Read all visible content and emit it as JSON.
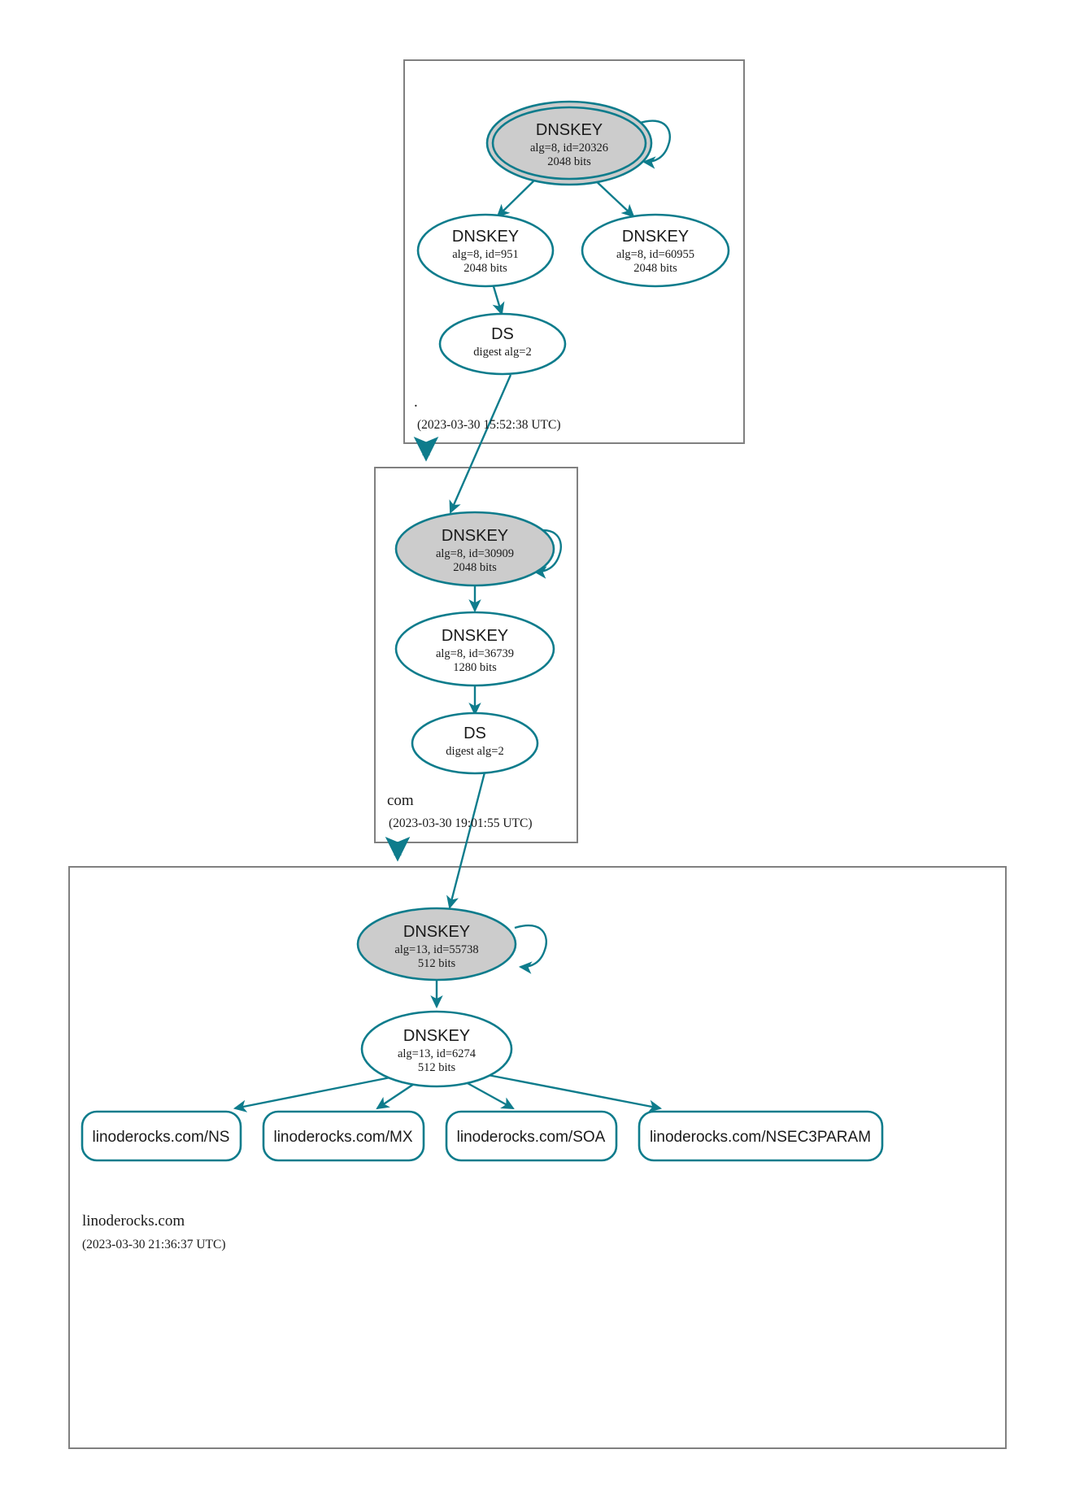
{
  "diagram": {
    "type": "dnssec-authentication-chain",
    "colors": {
      "accent": "#0e7c8c",
      "ksk_fill": "#cccccc",
      "node_fill": "#ffffff",
      "zone_border": "#808080",
      "text": "#1a1a1a",
      "background": "#ffffff"
    }
  },
  "zones": [
    {
      "id": "root",
      "label": ".",
      "timestamp": "(2023-03-30 15:52:38 UTC)",
      "nodes": [
        {
          "id": "root-ksk",
          "kind": "DNSKEY",
          "title": "DNSKEY",
          "line2": "alg=8, id=20326",
          "line3": "2048 bits",
          "ksk": true,
          "double": true,
          "self_sign": true
        },
        {
          "id": "root-zsk1",
          "kind": "DNSKEY",
          "title": "DNSKEY",
          "line2": "alg=8, id=951",
          "line3": "2048 bits",
          "ksk": false,
          "double": false,
          "self_sign": false
        },
        {
          "id": "root-zsk2",
          "kind": "DNSKEY",
          "title": "DNSKEY",
          "line2": "alg=8, id=60955",
          "line3": "2048 bits",
          "ksk": false,
          "double": false,
          "self_sign": false
        },
        {
          "id": "root-ds",
          "kind": "DS",
          "title": "DS",
          "line2": "digest alg=2",
          "line3": "",
          "ksk": false,
          "double": false,
          "self_sign": false
        }
      ]
    },
    {
      "id": "com",
      "label": "com",
      "timestamp": "(2023-03-30 19:01:55 UTC)",
      "nodes": [
        {
          "id": "com-ksk",
          "kind": "DNSKEY",
          "title": "DNSKEY",
          "line2": "alg=8, id=30909",
          "line3": "2048 bits",
          "ksk": true,
          "double": false,
          "self_sign": true
        },
        {
          "id": "com-zsk",
          "kind": "DNSKEY",
          "title": "DNSKEY",
          "line2": "alg=8, id=36739",
          "line3": "1280 bits",
          "ksk": false,
          "double": false,
          "self_sign": false
        },
        {
          "id": "com-ds",
          "kind": "DS",
          "title": "DS",
          "line2": "digest alg=2",
          "line3": "",
          "ksk": false,
          "double": false,
          "self_sign": false
        }
      ]
    },
    {
      "id": "linoderocks",
      "label": "linoderocks.com",
      "timestamp": "(2023-03-30 21:36:37 UTC)",
      "nodes": [
        {
          "id": "lr-ksk",
          "kind": "DNSKEY",
          "title": "DNSKEY",
          "line2": "alg=13, id=55738",
          "line3": "512 bits",
          "ksk": true,
          "double": false,
          "self_sign": true
        },
        {
          "id": "lr-zsk",
          "kind": "DNSKEY",
          "title": "DNSKEY",
          "line2": "alg=13, id=6274",
          "line3": "512 bits",
          "ksk": false,
          "double": false,
          "self_sign": false
        }
      ],
      "rrsets": [
        {
          "id": "rr-ns",
          "label": "linoderocks.com/NS"
        },
        {
          "id": "rr-mx",
          "label": "linoderocks.com/MX"
        },
        {
          "id": "rr-soa",
          "label": "linoderocks.com/SOA"
        },
        {
          "id": "rr-nsec3param",
          "label": "linoderocks.com/NSEC3PARAM"
        }
      ]
    }
  ]
}
